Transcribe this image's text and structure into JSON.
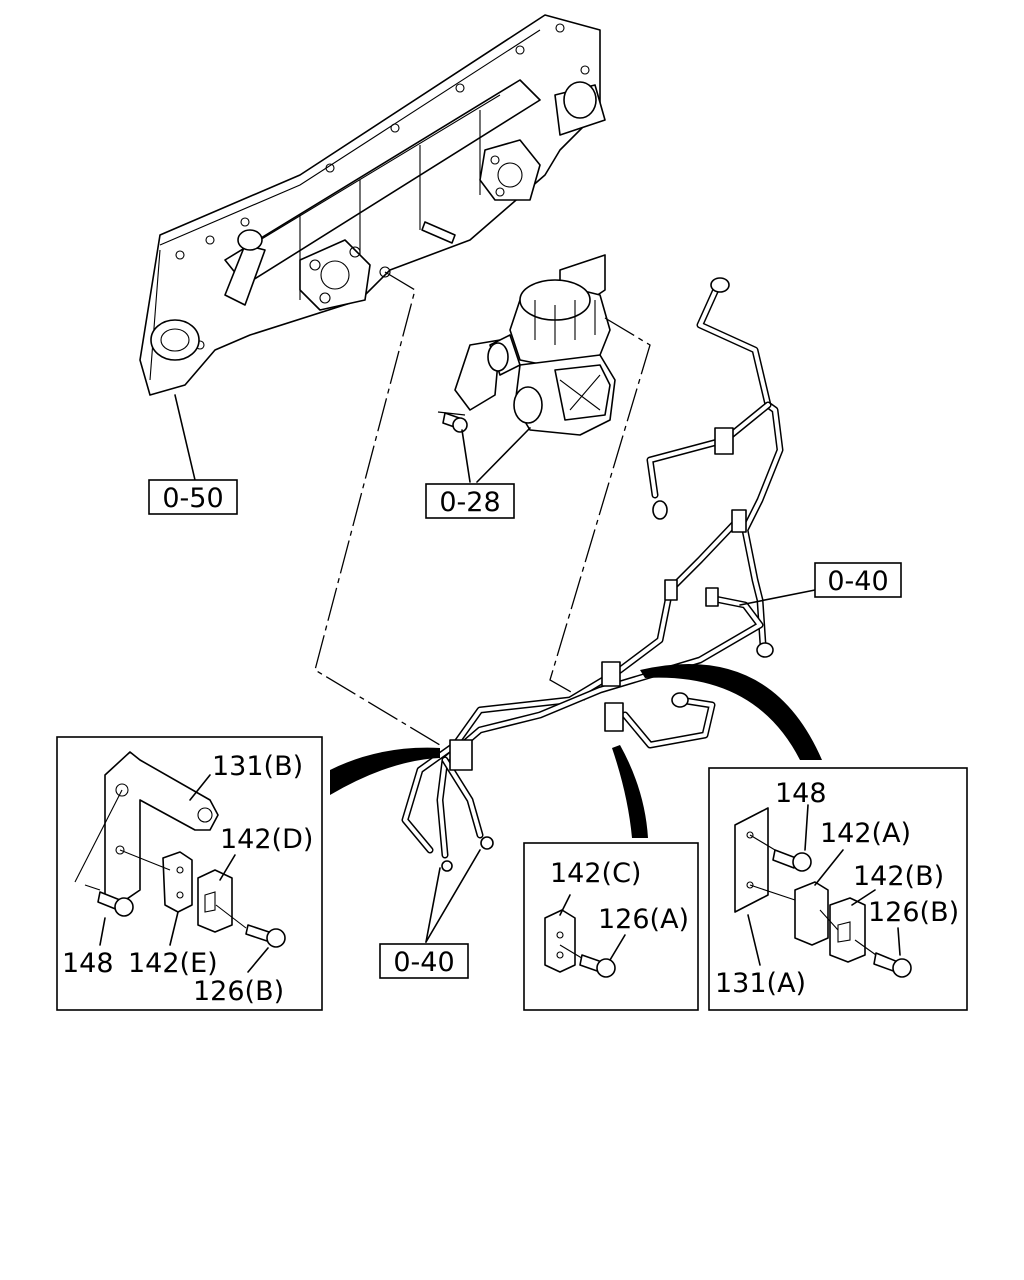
{
  "references": {
    "ref_0_50": "0-50",
    "ref_0_28": "0-28",
    "ref_0_40_top": "0-40",
    "ref_0_40_bottom": "0-40"
  },
  "detail_left": {
    "label_131b": "131(B)",
    "label_142d": "142(D)",
    "label_148": "148",
    "label_142e": "142(E)",
    "label_126b": "126(B)"
  },
  "detail_middle": {
    "label_142c": "142(C)",
    "label_126a": "126(A)"
  },
  "detail_right": {
    "label_148": "148",
    "label_142a": "142(A)",
    "label_142b": "142(B)",
    "label_126b": "126(B)",
    "label_131a": "131(A)"
  }
}
